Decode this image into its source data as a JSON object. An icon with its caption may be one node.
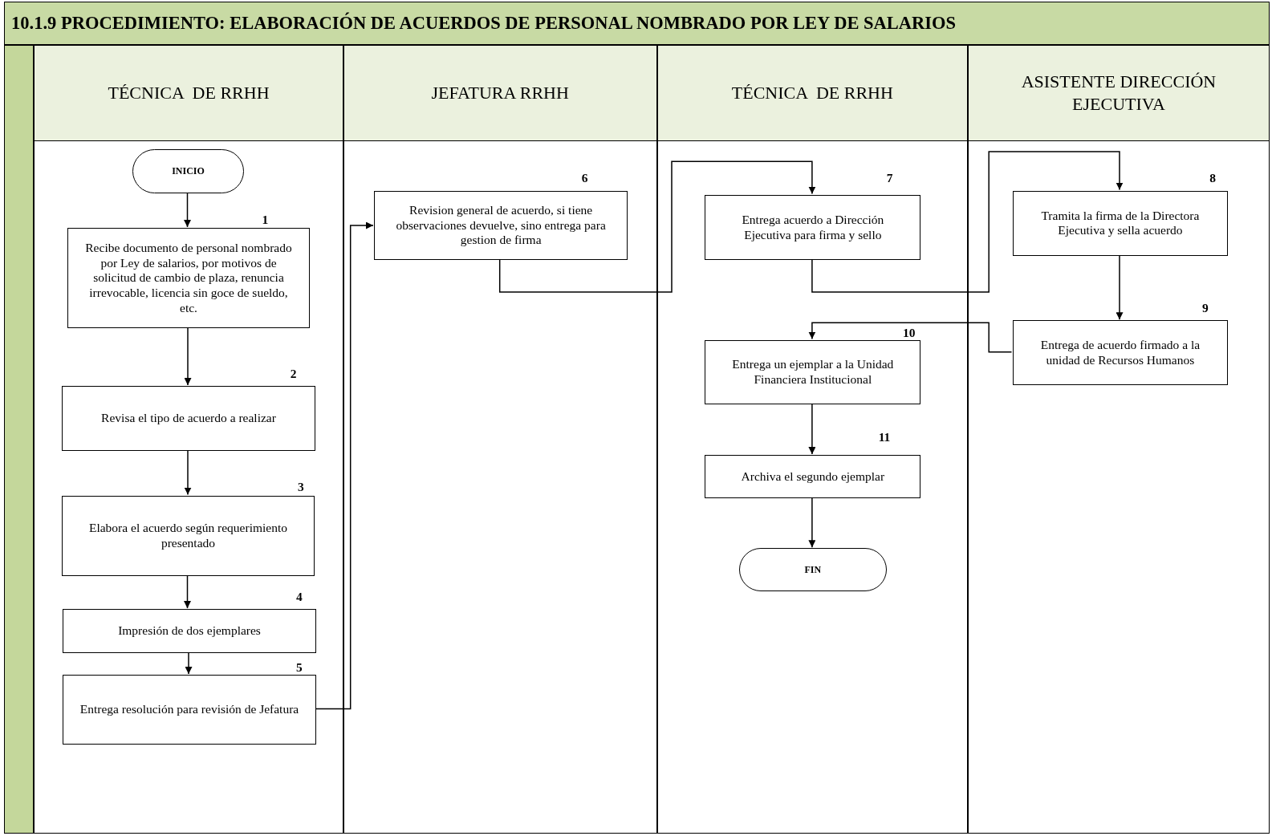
{
  "diagram": {
    "title": "10.1.9 PROCEDIMIENTO: ELABORACIÓN DE ACUERDOS DE PERSONAL NOMBRADO POR LEY DE SALARIOS",
    "nodes": [
      {
        "text": [
          "TÉCNICA  DE RRHH"
        ]
      },
      {
        "text": [
          "JEFATURA RRHH"
        ]
      },
      {
        "text": [
          "TÉCNICA  DE RRHH"
        ]
      },
      {
        "text": [
          "ASISTENTE DIRECCIÓN EJECUTIVA"
        ]
      },
      {
        "text": [
          "INICIO"
        ],
        "in": 0
      },
      {
        "text": [
          "Recibe documento de personal nombrado por Ley de salarios, por motivos de solicitud de cambio de plaza, renuncia irrevocable, licencia sin goce de sueldo, etc."
        ],
        "in": 0,
        "beside": [
          "1"
        ]
      },
      {
        "text": [
          "Revisa el tipo de acuerdo a realizar"
        ],
        "in": 0,
        "beside": [
          "2"
        ]
      },
      {
        "text": [
          "Elabora el acuerdo según requerimiento presentado"
        ],
        "in": 0,
        "beside": [
          "3"
        ]
      },
      {
        "text": [
          "Impresión de dos ejemplares"
        ],
        "in": 0,
        "beside": [
          "4"
        ]
      },
      {
        "text": [
          "Entrega resolución para revisión de Jefatura"
        ],
        "in": 0,
        "beside": [
          "5"
        ]
      },
      {
        "text": [
          "Revision general de acuerdo, si tiene observaciones devuelve, sino entrega para gestion de firma"
        ],
        "in": 1,
        "beside": [
          "6"
        ]
      },
      {
        "text": [
          "Entrega acuerdo a Dirección Ejecutiva para firma y sello"
        ],
        "in": 2,
        "beside": [
          "7"
        ]
      },
      {
        "text": [
          "Tramita la firma de la Directora Ejecutiva y sella acuerdo"
        ],
        "in": 3,
        "beside": [
          "8"
        ]
      },
      {
        "text": [
          "Entrega de acuerdo firmado a la unidad de Recursos Humanos"
        ],
        "in": 3,
        "beside": [
          "9"
        ]
      },
      {
        "text": [
          "Entrega un ejemplar a la Unidad Financiera Institucional"
        ],
        "in": 2,
        "beside": [
          "10"
        ]
      },
      {
        "text": [
          "Archiva el segundo ejemplar"
        ],
        "in": 2,
        "beside": [
          "11"
        ]
      },
      {
        "text": [
          "FIN"
        ],
        "in": 2
      },
      {
        "text": [],
        "shape": "bar"
      }
    ],
    "edges": [
      {
        "from": 4,
        "to": 5,
        "arrow": "to"
      },
      {
        "from": 5,
        "to": 6,
        "arrow": "to"
      },
      {
        "from": 6,
        "to": 7,
        "arrow": "to"
      },
      {
        "from": 7,
        "to": 8,
        "arrow": "to"
      },
      {
        "from": 8,
        "to": 9,
        "arrow": "to"
      },
      {
        "from": 9,
        "to": 10,
        "arrow": "to"
      },
      {
        "from": 10,
        "to": 11,
        "arrow": "to"
      },
      {
        "from": 11,
        "to": 12,
        "arrow": "to"
      },
      {
        "from": 12,
        "to": 13,
        "arrow": "to"
      },
      {
        "from": 13,
        "to": 14,
        "arrow": "to"
      },
      {
        "from": 14,
        "to": 15,
        "arrow": "to"
      },
      {
        "from": 15,
        "to": 16,
        "arrow": "to"
      }
    ]
  }
}
